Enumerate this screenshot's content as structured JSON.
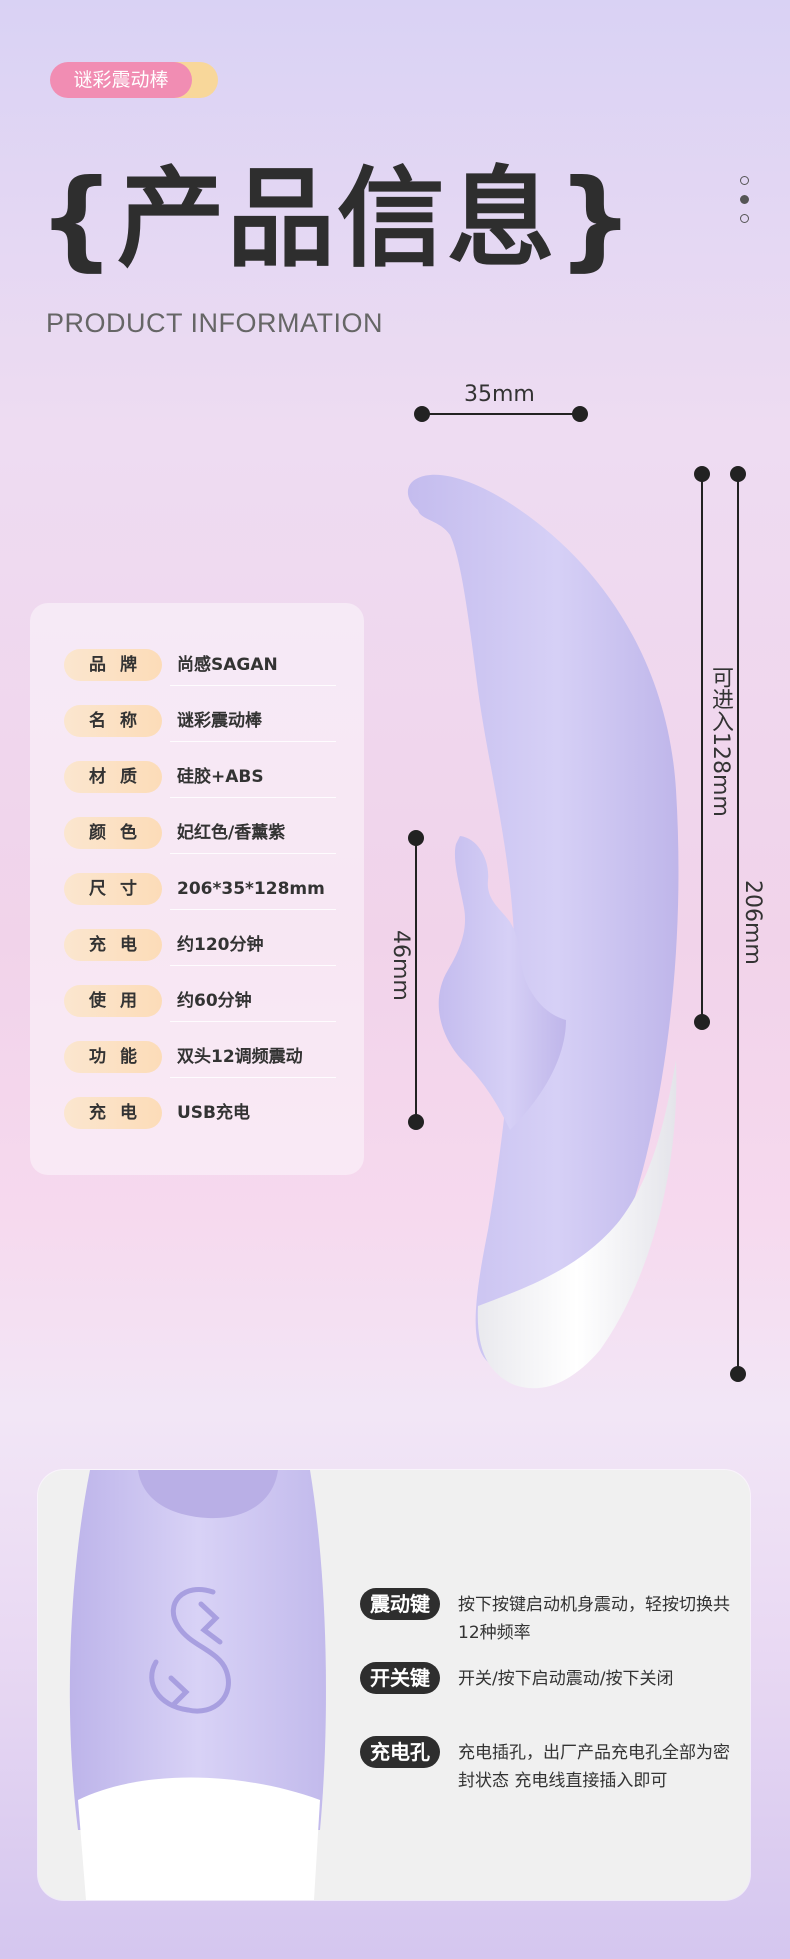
{
  "tag": {
    "label": "谜彩震动棒"
  },
  "header": {
    "title": "{产品信息}",
    "subtitle": "PRODUCT INFORMATION"
  },
  "pager": {
    "count": 3,
    "active_index": 1
  },
  "dimensions": {
    "width": "35mm",
    "insertable": "可进入128mm",
    "total": "206mm",
    "clitoral": "46mm"
  },
  "specs": [
    {
      "label": "品牌",
      "value": "尚感SAGAN"
    },
    {
      "label": "名称",
      "value": "谜彩震动棒"
    },
    {
      "label": "材质",
      "value": "硅胶+ABS"
    },
    {
      "label": "颜色",
      "value": "妃红色/香薰紫"
    },
    {
      "label": "尺寸",
      "value": "206*35*128mm"
    },
    {
      "label": "充电",
      "value": "约120分钟"
    },
    {
      "label": "使用",
      "value": "约60分钟"
    },
    {
      "label": "功能",
      "value": "双头12调频震动"
    },
    {
      "label": "充电",
      "value": "USB充电"
    }
  ],
  "features": [
    {
      "key": "震动键",
      "desc": "按下按键启动机身震动，轻按切换共12种频率"
    },
    {
      "key": "开关键",
      "desc": "开关/按下启动震动/按下关闭"
    },
    {
      "key": "充电孔",
      "desc": "充电插孔，出厂产品充电孔全部为密封状态 充电线直接插入即可"
    }
  ],
  "colors": {
    "product_purple": "#cdc6f2",
    "tag_pink": "#f18db3",
    "tag_yellow": "#f8d79a",
    "key_bg": "#2e2e2e"
  }
}
